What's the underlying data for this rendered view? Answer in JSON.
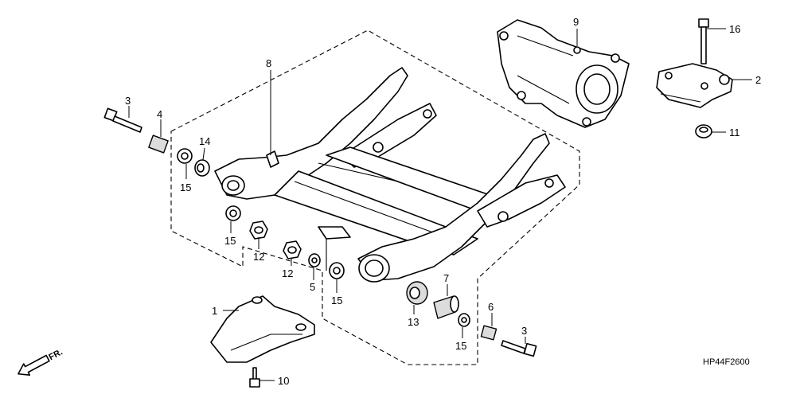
{
  "diagram_code": "HP44F2600",
  "direction_label": "FR.",
  "callouts": {
    "c1": "1",
    "c2": "2",
    "c3a": "3",
    "c3b": "3",
    "c4": "4",
    "c5": "5",
    "c6": "6",
    "c7": "7",
    "c8": "8",
    "c9": "9",
    "c10": "10",
    "c11": "11",
    "c12a": "12",
    "c12b": "12",
    "c13": "13",
    "c14": "14",
    "c15a": "15",
    "c15b": "15",
    "c15c": "15",
    "c15d": "15",
    "c16": "16"
  }
}
